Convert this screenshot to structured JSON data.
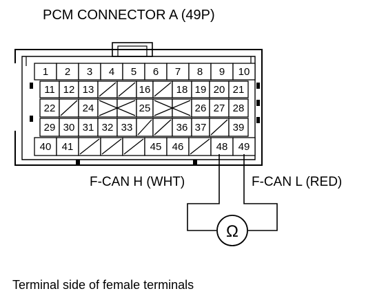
{
  "title": "PCM CONNECTOR A (49P)",
  "rows": [
    [
      "1",
      "2",
      "3",
      "4",
      "5",
      "6",
      "7",
      "8",
      "9",
      "10"
    ],
    [
      "11",
      "12",
      "13",
      "",
      "",
      "16",
      "",
      "18",
      "19",
      "20",
      "21"
    ],
    [
      "22",
      "",
      "24",
      "",
      "",
      "25",
      "",
      "",
      "26",
      "27",
      "28"
    ],
    [
      "29",
      "30",
      "31",
      "32",
      "33",
      "",
      "",
      "36",
      "37",
      "",
      "39"
    ],
    [
      "40",
      "41",
      "",
      "",
      "",
      "45",
      "46",
      "",
      "48",
      "49"
    ]
  ],
  "probe_h_label": "F-CAN H (WHT)",
  "probe_l_label": "F-CAN L (RED)",
  "meter_symbol": "Ω",
  "footer": "Terminal side of female terminals"
}
